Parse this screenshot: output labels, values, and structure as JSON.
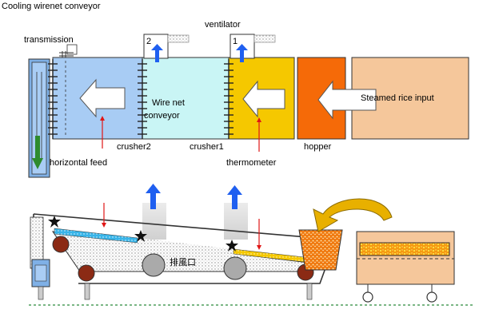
{
  "title": "Cooling wirenet conveyor",
  "labels": {
    "ventilator": "ventilator",
    "transmission": "transmission",
    "wire_net": "Wire net",
    "conveyor": "conveyor",
    "steamed_rice_input": "Steamed rice input",
    "crusher2": "crusher2",
    "crusher1": "crusher1",
    "hopper": "hopper",
    "horizontal_feed": "horizontal feed",
    "thermometer": "thermometer",
    "exhaust_port": "排風口"
  },
  "ventilator_numbers": [
    "2",
    "1"
  ],
  "colors": {
    "zone_blue": "#a8ccf4",
    "zone_cyan": "#c9f5f5",
    "zone_yellow": "#f5c800",
    "zone_orange": "#f56a08",
    "zone_peach": "#f5c79b",
    "side_unit": "#7fb0e6",
    "flow_blue": "#1f5ff0",
    "marker_red": "#e01616",
    "gear_green": "#2e8b2e",
    "roller_brown": "#8b2a14",
    "bed_cyan": "#3cb8e8",
    "bed_yellow": "#f5c400",
    "ground_dash": "#2a8a3a"
  }
}
